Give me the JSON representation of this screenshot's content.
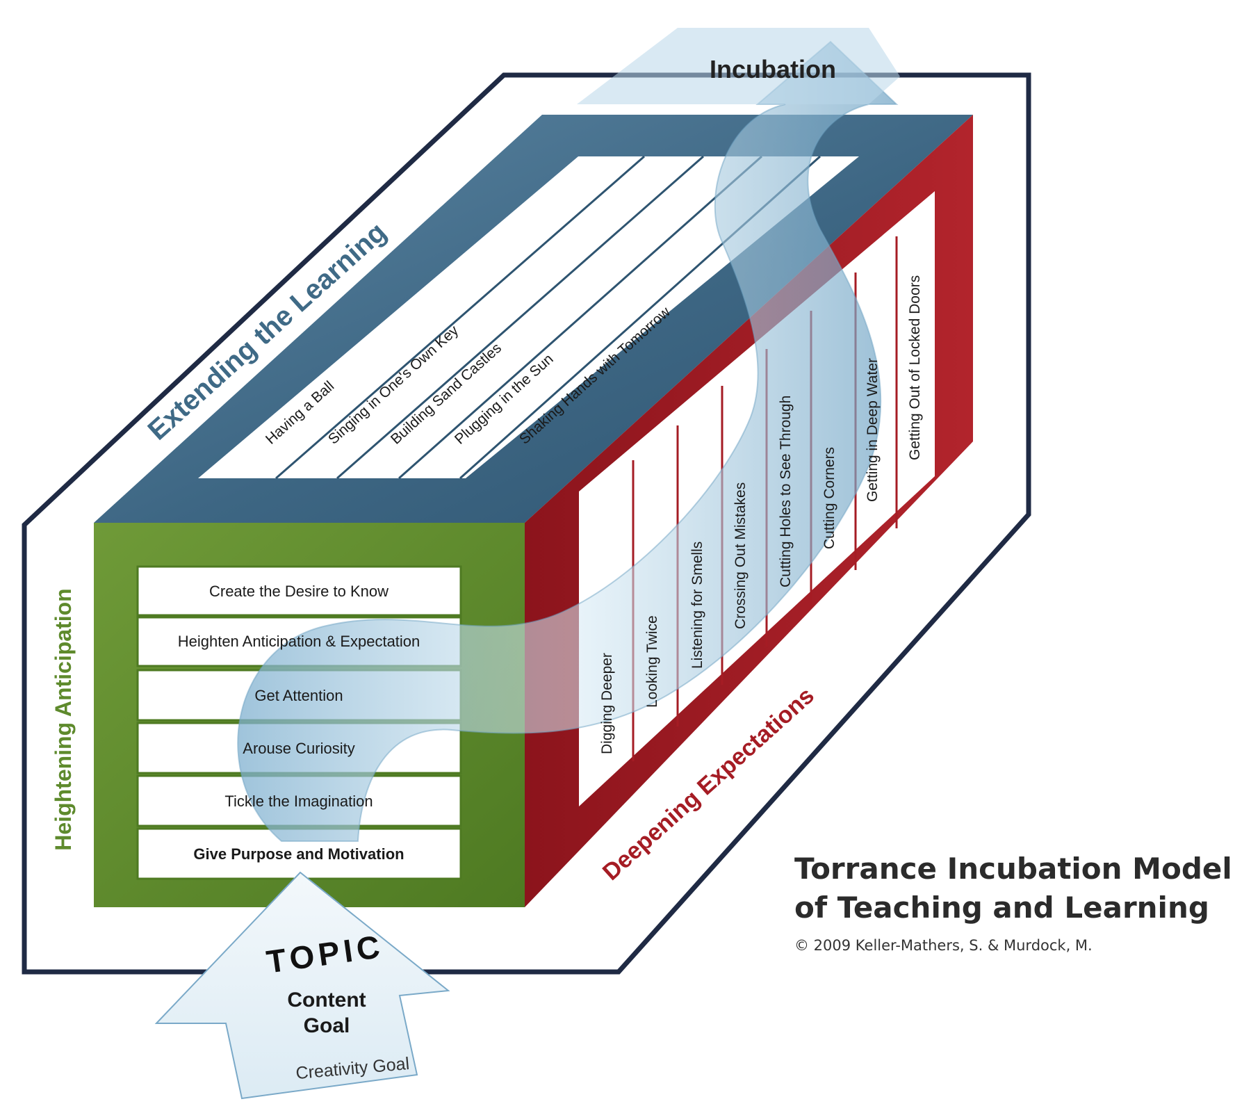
{
  "incubation_label": "Incubation",
  "top_face": {
    "title": "Extending the Learning",
    "items": [
      "Having a Ball",
      "Singing in One's Own Key",
      "Building Sand Castles",
      "Plugging in the Sun",
      "Shaking Hands with Tomorrow"
    ]
  },
  "front_face": {
    "title": "Heightening Anticipation",
    "items": [
      "Create the Desire to Know",
      "Heighten Anticipation & Expectation",
      "Get Attention",
      "Arouse Curiosity",
      "Tickle the Imagination",
      "Give Purpose and Motivation"
    ]
  },
  "side_face": {
    "title": "Deepening Expectations",
    "items": [
      "Digging Deeper",
      "Looking Twice",
      "Listening for Smells",
      "Crossing Out Mistakes",
      "Cutting Holes to See Through",
      "Cutting Corners",
      "Getting in Deep Water",
      "Getting Out of Locked Doors"
    ]
  },
  "topic_arrow": {
    "topic": "TOPIC",
    "content_line1": "Content",
    "content_line2": "Goal",
    "creativity": "Creativity Goal"
  },
  "model_title": {
    "line1": "Torrance Incubation Model",
    "line2": "of Teaching and Learning",
    "copyright": "© 2009 Keller-Mathers, S. & Murdock, M."
  },
  "colors": {
    "outline": "#1f2a44",
    "top_frame": "#3f6a86",
    "front_frame": "#5e8a2c",
    "side_frame": "#a51c24",
    "stream": "#a9cde2",
    "front_title": "#5e8a2c",
    "top_title": "#3f6a86",
    "side_title": "#a51c24"
  }
}
